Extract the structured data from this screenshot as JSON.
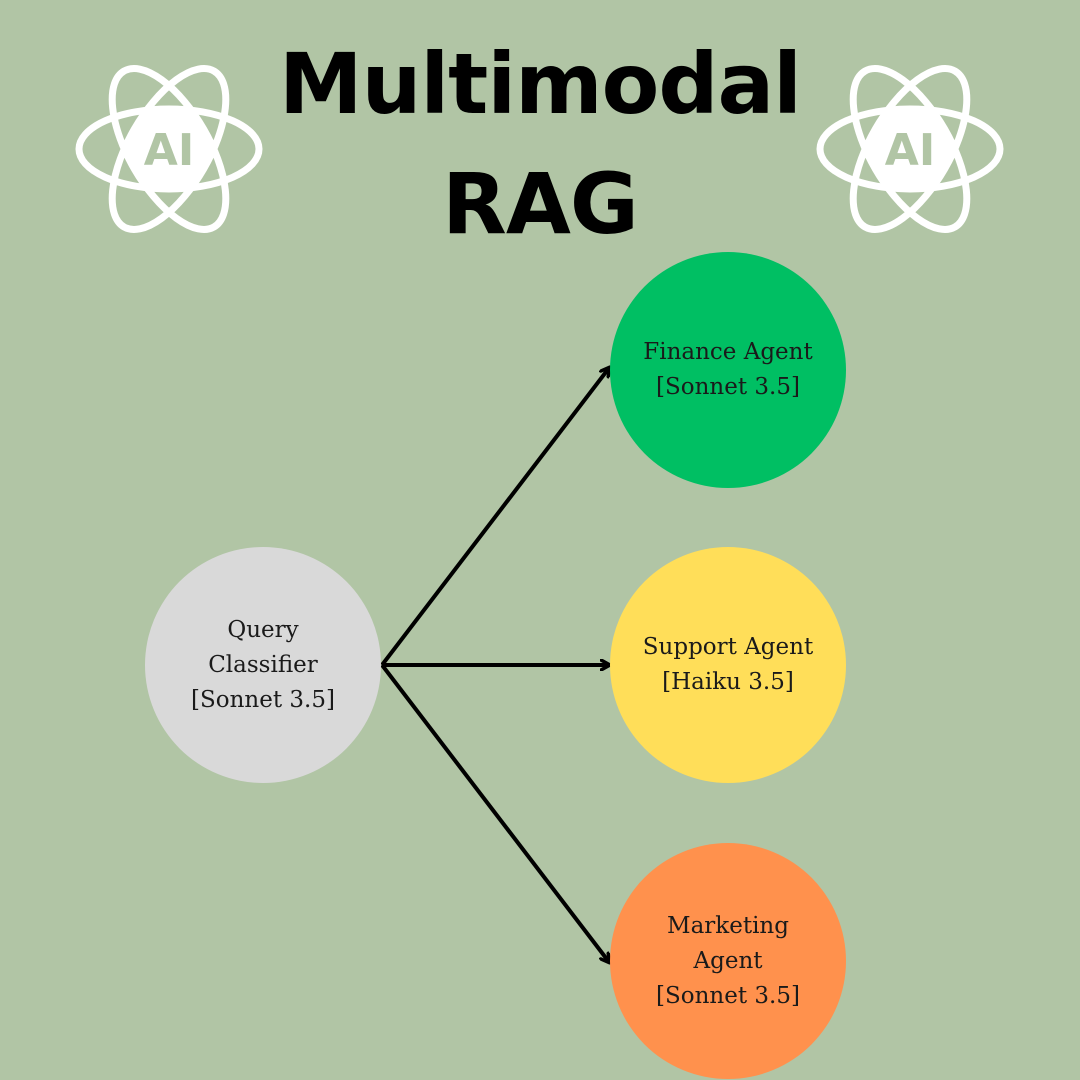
{
  "title": {
    "line1": "Multimodal",
    "line2": "RAG"
  },
  "icons": {
    "left": "ai-atom-icon",
    "right": "ai-atom-icon",
    "label": "AI"
  },
  "colors": {
    "background": "#b1c5a5",
    "classifier": "#d9d9d9",
    "finance": "#00bf63",
    "support": "#ffde59",
    "marketing": "#ff914d",
    "arrow": "#000000",
    "icon": "#ffffff"
  },
  "nodes": {
    "classifier": {
      "lines": [
        "Query",
        "Classifier",
        "[Sonnet 3.5]"
      ]
    },
    "finance": {
      "lines": [
        "Finance Agent",
        "[Sonnet 3.5]"
      ]
    },
    "support": {
      "lines": [
        "Support Agent",
        "[Haiku 3.5]"
      ]
    },
    "marketing": {
      "lines": [
        "Marketing",
        "Agent",
        "[Sonnet 3.5]"
      ]
    }
  },
  "edges": [
    {
      "from": "classifier",
      "to": "finance"
    },
    {
      "from": "classifier",
      "to": "support"
    },
    {
      "from": "classifier",
      "to": "marketing"
    }
  ]
}
